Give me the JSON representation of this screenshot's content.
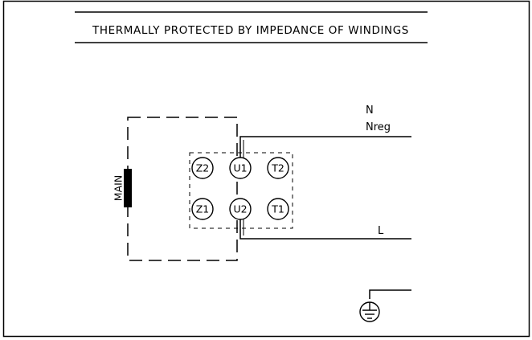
{
  "header": {
    "title": "THERMALLY PROTECTED BY IMPEDANCE OF WINDINGS"
  },
  "winding": {
    "label": "MAIN"
  },
  "terminals": [
    {
      "id": "z2",
      "label": "Z2"
    },
    {
      "id": "u1",
      "label": "U1"
    },
    {
      "id": "t2",
      "label": "T2"
    },
    {
      "id": "z1",
      "label": "Z1"
    },
    {
      "id": "u2",
      "label": "U2"
    },
    {
      "id": "t1",
      "label": "T1"
    }
  ],
  "wires": {
    "neutral_label": "N",
    "neutral_reg_label": "Nreg",
    "line_label": "L"
  },
  "ground": {
    "icon": "ground-icon"
  }
}
